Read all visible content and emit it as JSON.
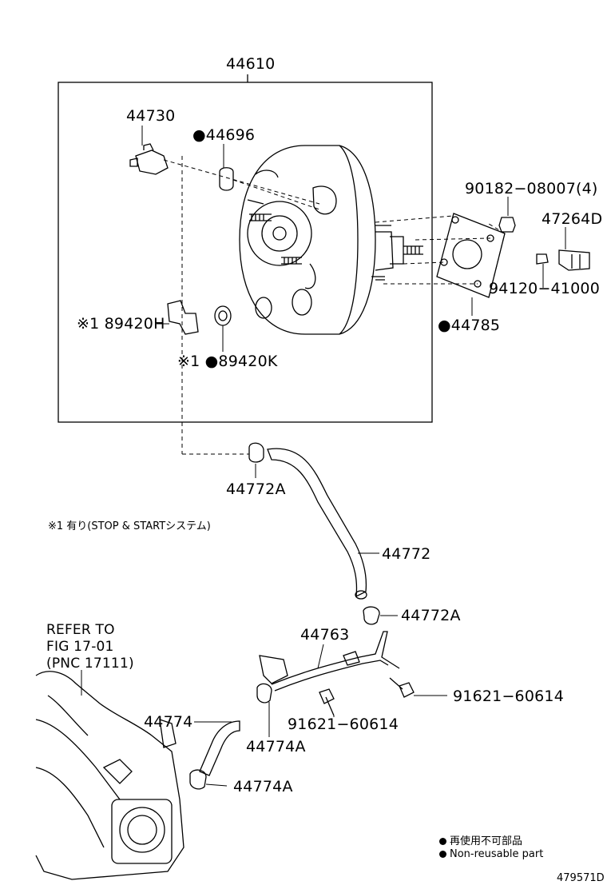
{
  "labels": {
    "p44610": "44610",
    "p44730": "44730",
    "p44696": "●44696",
    "p90182": "90182−08007(4)",
    "p47264D": "47264D",
    "p94120": "94120−41000",
    "p44785": "●44785",
    "p89420H": "※1 89420H",
    "p89420K": "※1 ●89420K",
    "p44772A_top": "44772A",
    "p44772": "44772",
    "p44772A_mid": "44772A",
    "p44763": "44763",
    "p91621_right": "91621−60614",
    "p91621_mid": "91621−60614",
    "p44774": "44774",
    "p44774A_a": "44774A",
    "p44774A_b": "44774A"
  },
  "note": "※1 有り(STOP & STARTシステム)",
  "refer": "REFER TO\nFIG 17-01\n(PNC 17111)",
  "legend": [
    {
      "icon": "filled-dot-icon",
      "text": "再使用不可部品"
    },
    {
      "icon": "filled-dot-icon",
      "text": "Non-reusable part"
    }
  ],
  "figure_id": "479571D"
}
